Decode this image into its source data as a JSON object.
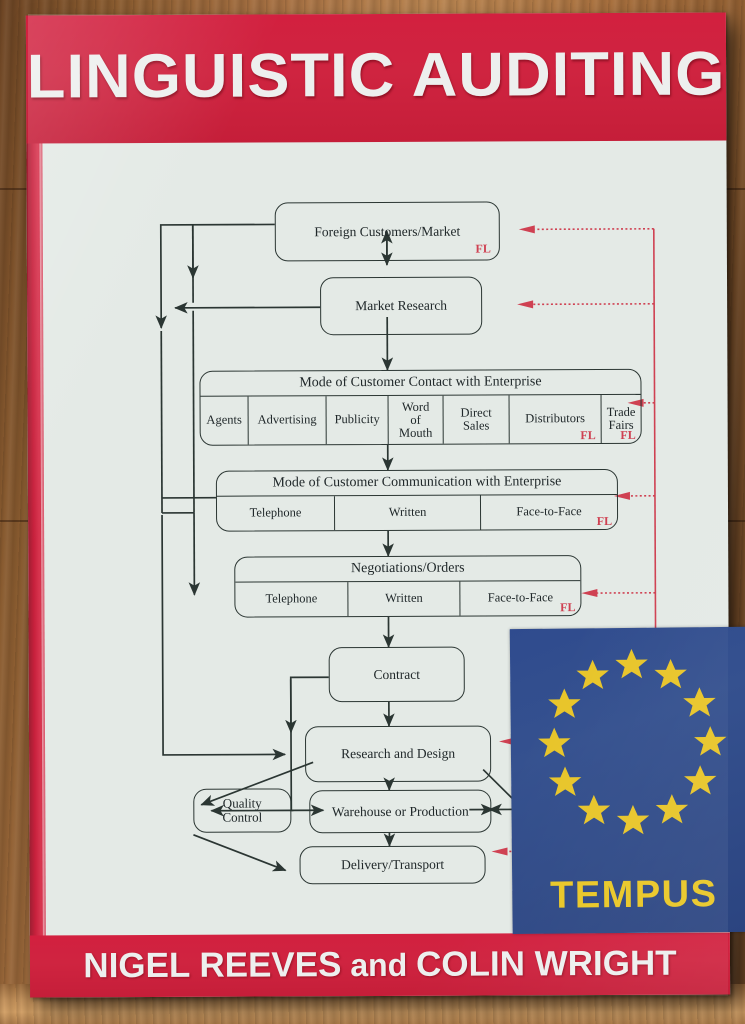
{
  "cover": {
    "title": "LINGUISTIC AUDITING",
    "authors_prefix": "NIGEL REEVES",
    "authors_conjunction": " and ",
    "authors_suffix": "COLIN WRIGHT",
    "band_color": "#cf2440",
    "cover_color": "#e4eae6",
    "background": "wooden-table"
  },
  "logo": {
    "name": "TEMPUS",
    "flag_color": "#2f4b8e",
    "star_color": "#e8c52a",
    "star_count": 12
  },
  "diagram": {
    "fl_label": "FL",
    "fl_color": "#cf4152",
    "line_color": "#2b3633",
    "nodes": {
      "foreign_customers": {
        "label": "Foreign Customers/Market",
        "fl": "FL"
      },
      "market_research": {
        "label": "Market Research"
      },
      "contract": {
        "label": "Contract"
      },
      "research_design": {
        "label": "Research and Design"
      },
      "quality_control": {
        "label": "Quality\nControl",
        "line1": "Quality",
        "line2": "Control"
      },
      "warehouse": {
        "label": "Warehouse or Production"
      },
      "delivery": {
        "label": "Delivery/Transport"
      }
    },
    "groups": [
      {
        "id": "customer-contact",
        "title": "Mode of Customer Contact with Enterprise",
        "cells": [
          {
            "label": "Agents",
            "fl": ""
          },
          {
            "label": "Advertising",
            "fl": ""
          },
          {
            "label": "Publicity",
            "fl": ""
          },
          {
            "label": "Word\nof\nMouth",
            "lines": [
              "Word",
              "of",
              "Mouth"
            ],
            "fl": ""
          },
          {
            "label": "Direct\nSales",
            "lines": [
              "Direct",
              "Sales"
            ],
            "fl": ""
          },
          {
            "label": "Distributors",
            "fl": "FL"
          },
          {
            "label": "Trade\nFairs",
            "lines": [
              "Trade",
              "Fairs"
            ],
            "fl": "FL"
          }
        ]
      },
      {
        "id": "customer-communication",
        "title": "Mode of Customer Communication with Enterprise",
        "cells": [
          {
            "label": "Telephone",
            "fl": ""
          },
          {
            "label": "Written",
            "fl": ""
          },
          {
            "label": "Face-to-Face",
            "fl": "FL"
          }
        ]
      },
      {
        "id": "negotiations-orders",
        "title": "Negotiations/Orders",
        "cells": [
          {
            "label": "Telephone",
            "fl": ""
          },
          {
            "label": "Written",
            "fl": ""
          },
          {
            "label": "Face-to-Face",
            "fl": "FL"
          }
        ]
      }
    ]
  }
}
